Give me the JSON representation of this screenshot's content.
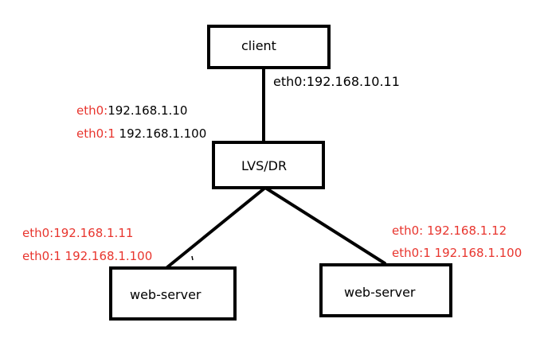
{
  "nodes": {
    "client": {
      "label": "client"
    },
    "lvs": {
      "label": "LVS/DR"
    },
    "web_left": {
      "label": "web-server"
    },
    "web_right": {
      "label": "web-server"
    }
  },
  "annotations": {
    "client_eth0": "eth0:192.168.10.11",
    "lvs_eth0_prefix": "eth0:",
    "lvs_eth0_ip": "192.168.1.10",
    "lvs_eth01_prefix": "eth0:1",
    "lvs_eth01_ip": " 192.168.1.100",
    "left_eth0": "eth0:192.168.1.11",
    "left_eth01": "eth0:1 192.168.1.100",
    "right_eth0": "eth0: 192.168.1.12",
    "right_eth01": "eth0:1 192.168.1.100"
  },
  "colors": {
    "line": "#000000",
    "interface_label": "#e8352e",
    "text": "#000000"
  }
}
